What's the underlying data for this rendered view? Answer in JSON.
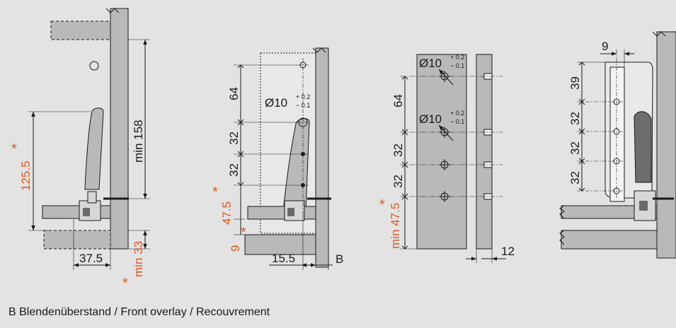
{
  "caption": "B Blendenüberstand / Front overlay / Recouvrement",
  "colors": {
    "background": "#e3e3e4",
    "accent": "#e2571e",
    "panel": "#b9b9bb",
    "line": "#1a1a1a"
  },
  "fig1": {
    "height": "125.5",
    "star": "*",
    "min_height": "min 158",
    "offset": "37.5",
    "bottom": "min 33",
    "bottom_star": "*"
  },
  "fig2": {
    "d1": "64",
    "d2": "32",
    "d3": "32",
    "height": "47.5",
    "height_star": "*",
    "bottom": "9",
    "bottom_star": "*",
    "hole": "Ø10",
    "tol_plus": "+ 0.2",
    "tol_minus": "− 0.1",
    "offset": "15.5",
    "overlay": "B"
  },
  "fig3": {
    "d1": "64",
    "d2": "32",
    "d3": "32",
    "height": "min 47.5",
    "height_star": "*",
    "hole": "Ø10",
    "tol_plus": "+ 0.2",
    "tol_minus": "− 0.1",
    "thickness": "12"
  },
  "fig4": {
    "width": "9",
    "d1": "39",
    "d2": "32",
    "d3": "32",
    "d4": "32"
  }
}
